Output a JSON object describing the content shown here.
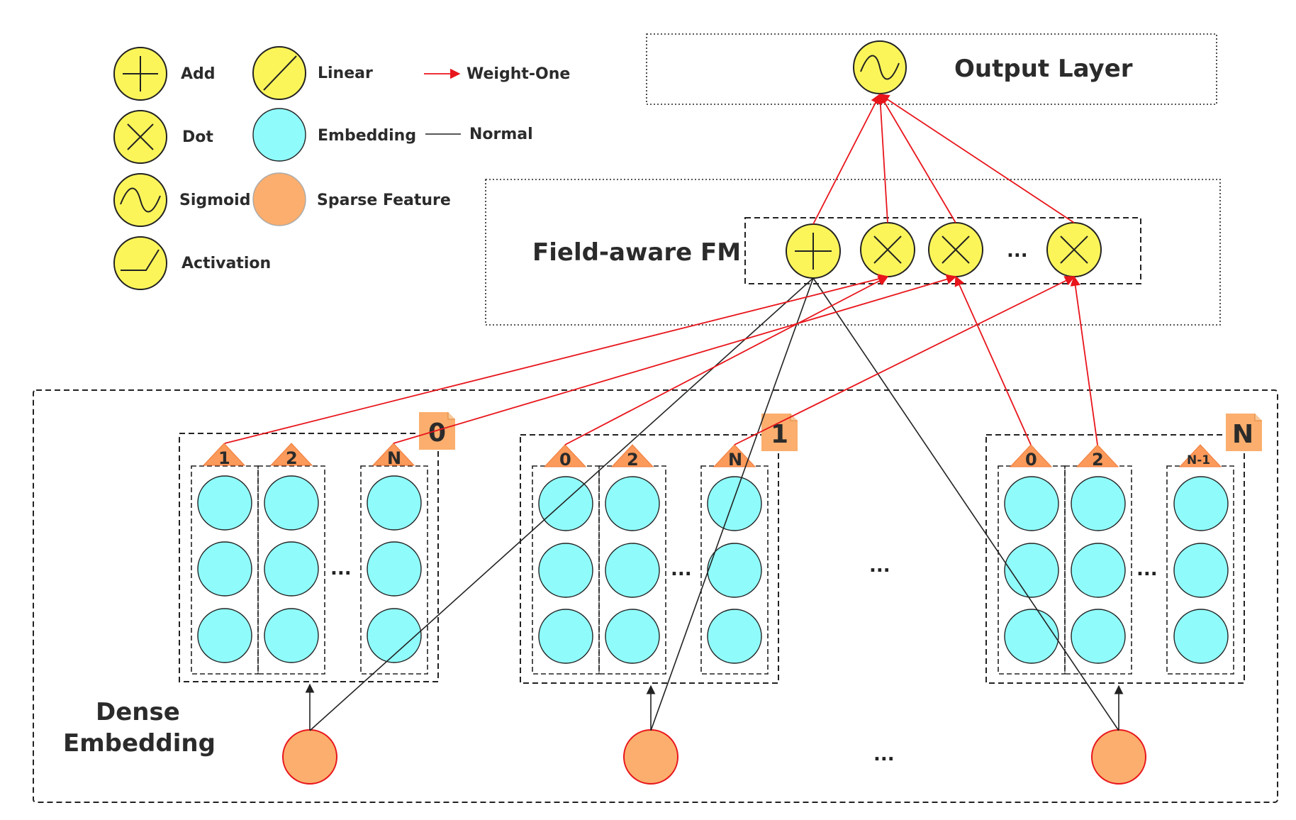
{
  "colors": {
    "node_yellow": "#fbf55a",
    "embedding": "#8ffcfb",
    "sparse_feature": "#fbae6d",
    "weight_one_edge": "#e8151b",
    "normal_edge": "#222222",
    "field_tag": "#fbae6d",
    "field_triangle": "#fb9a5a"
  },
  "legend": {
    "add": "Add",
    "dot": "Dot",
    "sigmoid": "Sigmoid",
    "activation": "Activation",
    "linear": "Linear",
    "embedding": "Embedding",
    "sparse_feature": "Sparse Feature",
    "weight_one": "Weight-One",
    "normal": "Normal"
  },
  "output_layer": {
    "title": "Output Layer",
    "icon": "sigmoid-icon"
  },
  "ffm_layer": {
    "title": "Field-aware FM",
    "ellipsis": "...",
    "nodes": [
      "add-icon",
      "dot-icon",
      "dot-icon",
      "dot-icon"
    ]
  },
  "dense_embedding": {
    "title_line1": "Dense",
    "title_line2": "Embedding",
    "groups": [
      {
        "tag": "0",
        "fields": [
          "1",
          "2",
          "N"
        ],
        "ellipsis": "..."
      },
      {
        "tag": "1",
        "fields": [
          "0",
          "2",
          "N"
        ],
        "ellipsis": "..."
      },
      {
        "tag": "N",
        "fields": [
          "0",
          "2",
          "N-1"
        ],
        "ellipsis": "..."
      }
    ],
    "group_ellipsis": "...",
    "sparse_ellipsis": "..."
  }
}
